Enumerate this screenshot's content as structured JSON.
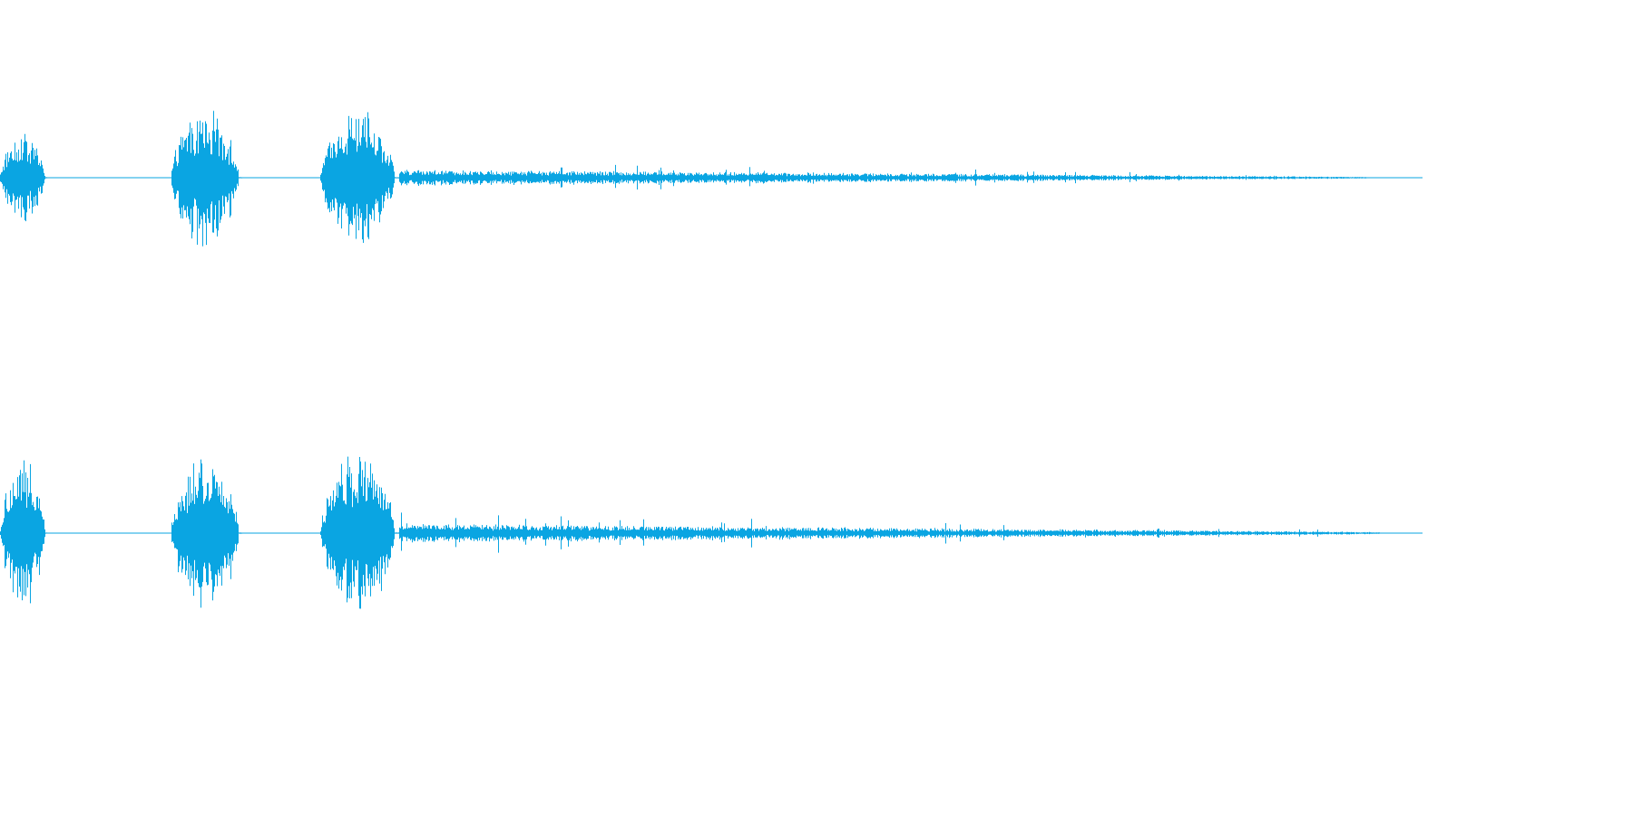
{
  "colors": {
    "background": "#ffffff",
    "waveform": "#0aa5e2"
  },
  "chart_data": {
    "type": "area",
    "description_kind": "stereo-audio-waveform",
    "time_range": [
      0,
      1
    ],
    "amplitude_range": [
      -1,
      1
    ],
    "grid": false,
    "legend": "none",
    "series": [
      {
        "channel": 1,
        "bursts": [
          {
            "start": 0.0,
            "end": 0.033,
            "peak": 0.2
          },
          {
            "start": 0.12,
            "end": 0.17,
            "peak": 0.3
          },
          {
            "start": 0.225,
            "end": 0.28,
            "peak": 0.3
          }
        ],
        "tail": {
          "start": 0.28,
          "end": 0.96,
          "level_start": 0.03,
          "level_end": 0.003
        }
      },
      {
        "channel": 2,
        "bursts": [
          {
            "start": 0.0,
            "end": 0.033,
            "peak": 0.33
          },
          {
            "start": 0.12,
            "end": 0.17,
            "peak": 0.35
          },
          {
            "start": 0.225,
            "end": 0.28,
            "peak": 0.35
          }
        ],
        "tail": {
          "start": 0.28,
          "end": 0.97,
          "level_start": 0.035,
          "level_end": 0.004
        }
      }
    ]
  }
}
